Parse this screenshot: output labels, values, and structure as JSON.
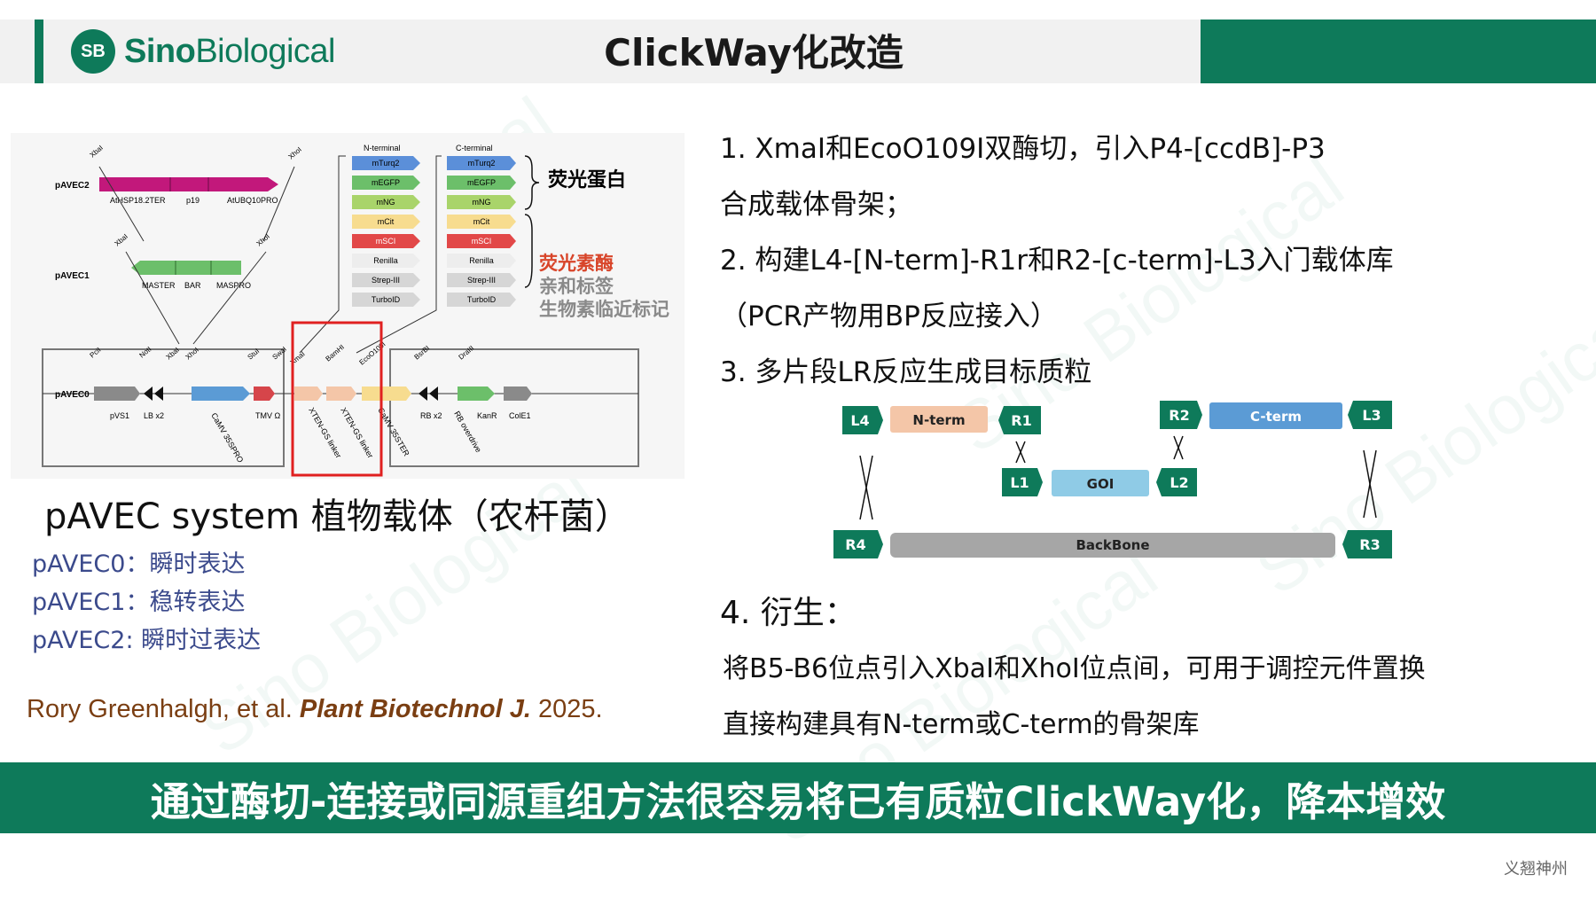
{
  "colors": {
    "brand_green": "#0e7a5a",
    "header_gray": "#f1f1f1",
    "highlight_red": "#e02020",
    "label_red": "#d8452a",
    "label_gray": "#8a8a8a",
    "citation_brown": "#7a3e12",
    "subtext_blue": "#3b4a8c"
  },
  "header": {
    "logo_badge": "SB",
    "logo_sino": "Sino",
    "logo_bio": "Biological",
    "title": "ClickWay化改造"
  },
  "watermark": "Sino Biological",
  "figure": {
    "pavec2": {
      "name": "pAVEC2",
      "site_left": "XbaI",
      "site_right": "XhoI",
      "parts": [
        "AtHSP18.2TER",
        "p19",
        "AtUBQ10PRO"
      ]
    },
    "pavec1": {
      "name": "pAVEC1",
      "site_left": "XbaI",
      "site_right": "XhoI",
      "parts": [
        "MASTER",
        "BAR",
        "MASPRO"
      ]
    },
    "pavec0": {
      "name": "pAVEC0",
      "sites": [
        "PciI",
        "NotI",
        "XbaI",
        "XhoI",
        "StuI",
        "SwaI",
        "XmaI",
        "BamHI",
        "EcoO109I",
        "BsrBI",
        "DraIII"
      ],
      "parts": [
        "pVS1",
        "LB x2",
        "CaMV 35SPRO",
        "TMV Ω",
        "XTEN-GS linker",
        "XTEN-GS linker",
        "CaMV 35STER",
        "RB x2",
        "RB overdrive",
        "KanR",
        "ColE1"
      ]
    },
    "n_terminal": {
      "title": "N-terminal",
      "tags": [
        "mTurq2",
        "mEGFP",
        "mNG",
        "mCit",
        "mSCI",
        "Renilla",
        "Strep-III",
        "TurboID"
      ]
    },
    "c_terminal": {
      "title": "C-terminal",
      "tags": [
        "mTurq2",
        "mEGFP",
        "mNG",
        "mCit",
        "mSCI",
        "Renilla",
        "Strep-III",
        "TurboID"
      ]
    },
    "label_fp": "荧光蛋白",
    "label_luc": "荧光素酶",
    "label_affinity": "亲和标签",
    "label_bioid": "生物素临近标记"
  },
  "left": {
    "pavec_title": "pAVEC system 植物载体（农杆菌）",
    "pavec0": "pAVEC0：瞬时表达",
    "pavec1": "pAVEC1：稳转表达",
    "pavec2": "pAVEC2:   瞬时过表达",
    "citation_authors": "Rory Greenhalgh, et al. ",
    "citation_journal": "Plant Biotechnol J.",
    "citation_year": " 2025."
  },
  "right": {
    "step1_line1": "1. XmaI和EcoO109I双酶切，引入P4-[ccdB]-P3",
    "step1_line2": "合成载体骨架；",
    "step2_line1": "2. 构建L4-[N-term]-R1r和R2-[c-term]-L3入门载体库",
    "step2_line2": "（PCR产物用BP反应接入）",
    "step3": "3. 多片段LR反应生成目标质粒",
    "step4_title": "4. 衍生：",
    "step4_line1": "将B5-B6位点引入XbaI和XhoI位点间，可用于调控元件置换",
    "step4_line2": "直接构建具有N-term或C-term的骨架库"
  },
  "diagram": {
    "l4": "L4",
    "nterm": "N-term",
    "r1": "R1",
    "r2": "R2",
    "cterm": "C-term",
    "l3": "L3",
    "l1": "L1",
    "goi": "GOI",
    "l2": "L2",
    "r4": "R4",
    "backbone": "BackBone",
    "r3": "R3"
  },
  "banner": "通过酶切-连接或同源重组方法很容易将已有质粒ClickWay化，降本增效",
  "footer_brand": "义翘神州"
}
